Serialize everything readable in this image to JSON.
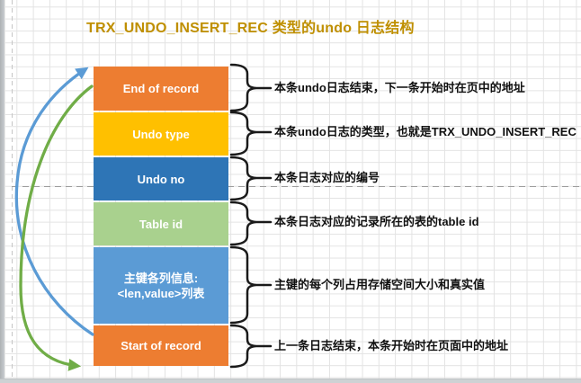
{
  "title": {
    "text": "TRX_UNDO_INSERT_REC 类型的undo 日志结构",
    "color": "#BF8F00"
  },
  "diagram": {
    "boxes": [
      {
        "label": "End of record",
        "color": "#ED7D31",
        "description": "本条undo日志结束，下一条开始时在页中的地址"
      },
      {
        "label": "Undo type",
        "color": "#FFC000",
        "description": "本条undo日志的类型，也就是TRX_UNDO_INSERT_REC"
      },
      {
        "label": "Undo no",
        "color": "#2E75B6",
        "description": "本条日志对应的编号"
      },
      {
        "label": "Table id",
        "color": "#A9D18E",
        "description": "本条日志对应的记录所在的表的table id"
      },
      {
        "label": "主键各列信息:\n<len,value>列表",
        "color": "#5B9BD5",
        "description": "主键的每个列占用存储空间大小和真实值"
      },
      {
        "label": "Start of record",
        "color": "#ED7D31",
        "description": "上一条日志结束，本条开始时在页面中的地址"
      }
    ],
    "arrows": [
      {
        "name": "start-to-end-pointer",
        "color": "#5B9BD5"
      },
      {
        "name": "end-to-start-pointer",
        "color": "#70AD47"
      }
    ],
    "brace_color": "#1a1a1a"
  }
}
